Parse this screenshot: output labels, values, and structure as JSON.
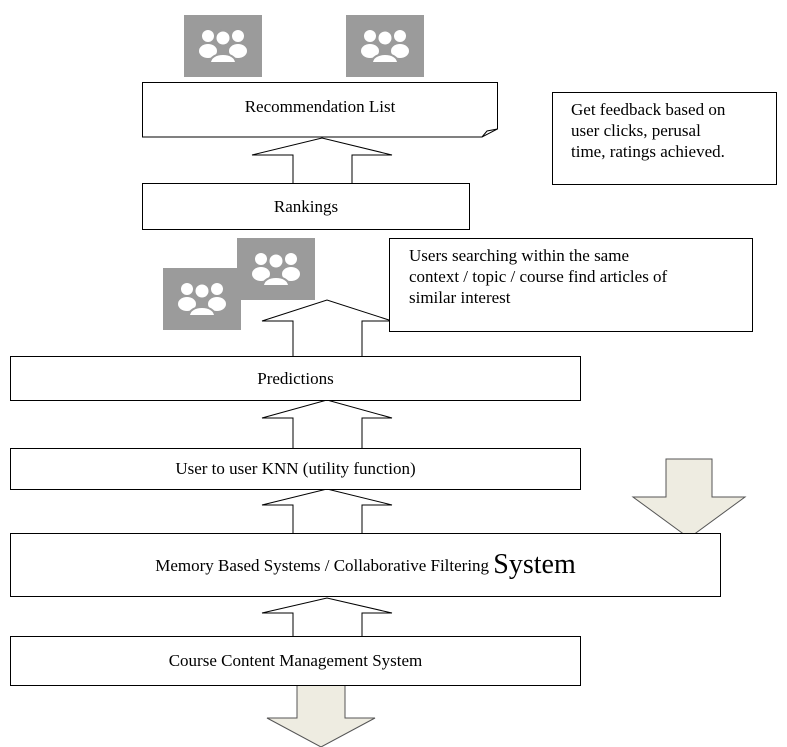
{
  "nodes": {
    "recommendation_list": "Recommendation List",
    "rankings": "Rankings",
    "predictions": "Predictions",
    "knn": "User to user KNN (utility function)",
    "memory_based_prefix": "Memory Based Systems / Collaborative Filtering ",
    "memory_based_suffix": "System",
    "course_content": "Course Content Management System"
  },
  "notes": {
    "feedback": [
      "Get feedback based on",
      "user clicks, perusal",
      "time, ratings achieved."
    ],
    "users_searching": [
      "Users searching within the same",
      "context / topic / course find articles of",
      "similar interest"
    ]
  },
  "icons": [
    "users-group-icon",
    "users-group-icon",
    "users-group-icon",
    "users-group-icon"
  ],
  "colors": {
    "icon_bg": "#9b9b9b",
    "icon_fg": "#ffffff",
    "big_arrow_fill": "#eeece1"
  }
}
